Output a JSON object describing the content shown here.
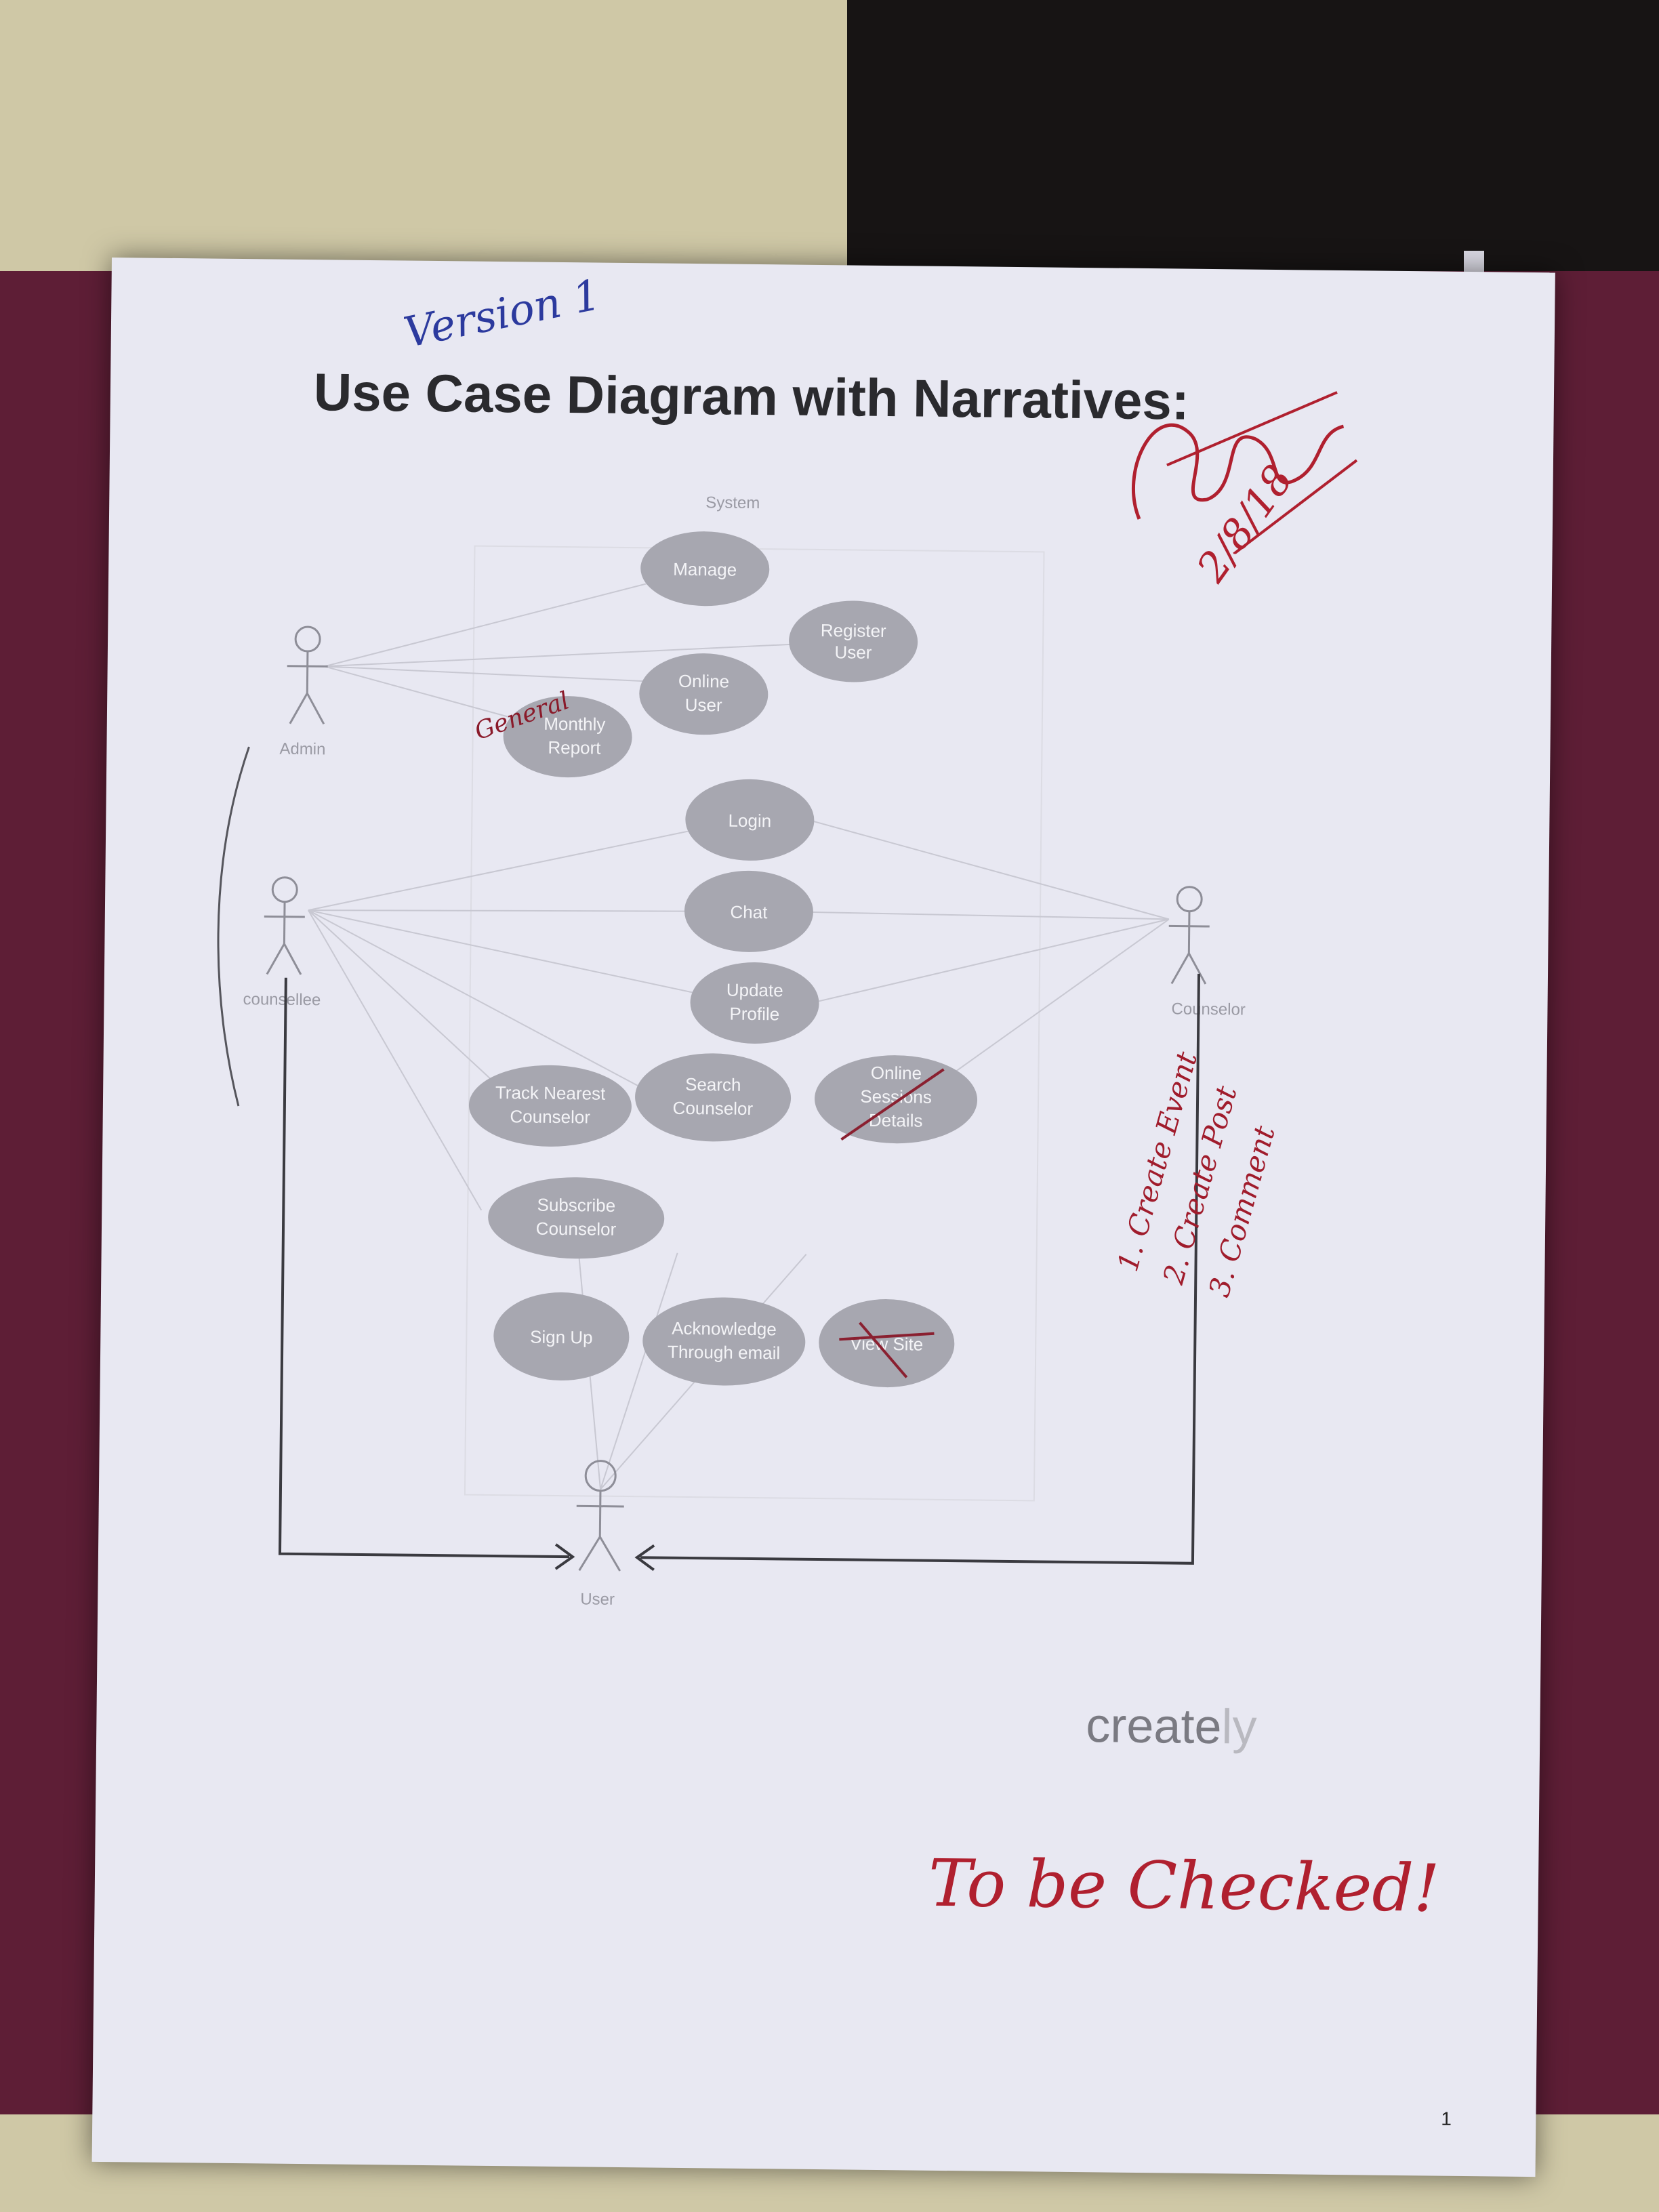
{
  "handwriting": {
    "version": "Version 1",
    "date": "2/8/18",
    "footer_note": "To be Checked!",
    "monthly_note": "General",
    "counselor_notes": [
      "1. Create Event",
      "2. Create Post",
      "3. Comment"
    ]
  },
  "document": {
    "title": "Use Case Diagram with Narratives:",
    "page_number": "1"
  },
  "diagram": {
    "system_label": "System",
    "actors": {
      "admin": "Admin",
      "counsellee": "counsellee",
      "counselor": "Counselor",
      "user": "User"
    },
    "use_cases": {
      "manage": "Manage",
      "register_user_1": "Register",
      "register_user_2": "User",
      "online_user_1": "Online",
      "online_user_2": "User",
      "monthly_report_1": "Monthly",
      "monthly_report_2": "Report",
      "login": "Login",
      "chat": "Chat",
      "update_profile_1": "Update",
      "update_profile_2": "Profile",
      "track_nearest_1": "Track Nearest",
      "track_nearest_2": "Counselor",
      "search_counselor_1": "Search",
      "search_counselor_2": "Counselor",
      "online_sessions_1": "Online",
      "online_sessions_2": "Sessions",
      "online_sessions_3": "Details",
      "subscribe_1": "Subscribe",
      "subscribe_2": "Counselor",
      "sign_up": "Sign Up",
      "acknowledge_1": "Acknowledge",
      "acknowledge_2": "Through email",
      "view_site": "View Site"
    },
    "watermark": {
      "brand_a": "create",
      "brand_b": "ly"
    }
  }
}
